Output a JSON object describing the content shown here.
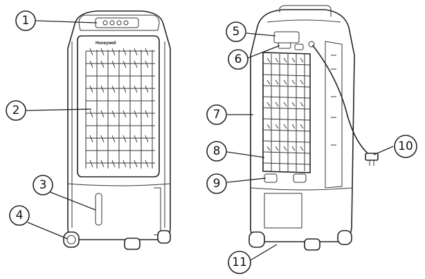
{
  "brand_label": "Honeywell",
  "callouts": [
    {
      "id": "c1",
      "label": "1"
    },
    {
      "id": "c2",
      "label": "2"
    },
    {
      "id": "c3",
      "label": "3"
    },
    {
      "id": "c4",
      "label": "4"
    },
    {
      "id": "c5",
      "label": "5"
    },
    {
      "id": "c6",
      "label": "6"
    },
    {
      "id": "c7",
      "label": "7"
    },
    {
      "id": "c8",
      "label": "8"
    },
    {
      "id": "c9",
      "label": "9"
    },
    {
      "id": "c10",
      "label": "10"
    },
    {
      "id": "c11",
      "label": "11"
    }
  ]
}
